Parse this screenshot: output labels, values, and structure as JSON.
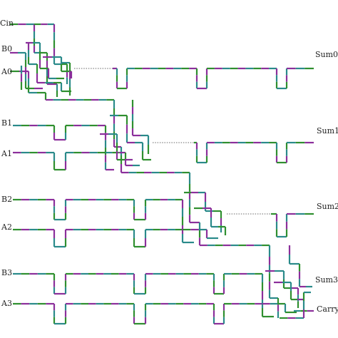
{
  "diagram": {
    "inputs": {
      "cin": "Cin",
      "b0": "B0",
      "a0": "A0",
      "b1": "B1",
      "a1": "A1",
      "b2": "B2",
      "a2": "A2",
      "b3": "B3",
      "a3": "A3"
    },
    "outputs": {
      "sum0": "Sum0",
      "sum1": "Sum1",
      "sum2": "Sum2",
      "sum3": "Sum3",
      "carry_out": "Carry-o"
    },
    "wire_colors": [
      "#2f8f2f",
      "#8b2f9b",
      "#2a8a8a",
      "#6a6a6a"
    ]
  }
}
